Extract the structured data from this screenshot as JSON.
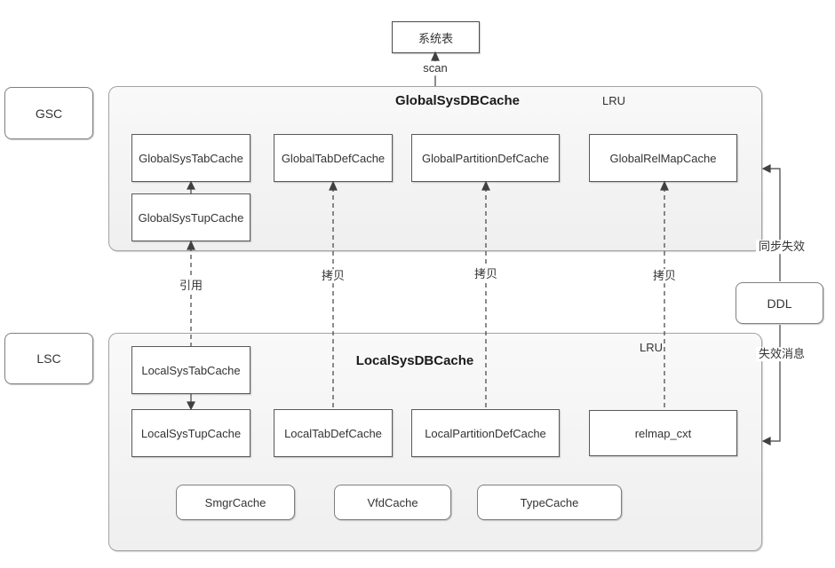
{
  "diagram": {
    "nodes": {
      "system_table": "系统表",
      "gsc": "GSC",
      "lsc": "LSC",
      "ddl": "DDL"
    },
    "global_container": {
      "title": "GlobalSysDBCache",
      "lru": "LRU",
      "boxes": {
        "sys_tab": "GlobalSysTabCache",
        "tab_def": "GlobalTabDefCache",
        "partition_def": "GlobalPartitionDefCache",
        "rel_map": "GlobalRelMapCache",
        "sys_tup": "GlobalSysTupCache"
      }
    },
    "local_container": {
      "title": "LocalSysDBCache",
      "lru": "LRU",
      "boxes": {
        "sys_tab": "LocalSysTabCache",
        "sys_tup": "LocalSysTupCache",
        "tab_def": "LocalTabDefCache",
        "partition_def": "LocalPartitionDefCache",
        "relmap_cxt": "relmap_cxt",
        "smgr": "SmgrCache",
        "vfd": "VfdCache",
        "type": "TypeCache"
      }
    },
    "edge_labels": {
      "scan": "scan",
      "reference": "引用",
      "copy_1": "拷贝",
      "copy_2": "拷贝",
      "copy_3": "拷贝",
      "sync_invalidation": "同步失效",
      "invalidation_message": "失效消息"
    },
    "colors": {
      "container_fill": "#f5f5f5",
      "container_border": "#a3a3a3",
      "box_fill": "#ffffff",
      "box_border": "#595959",
      "line": "#404040",
      "text": "#333333"
    }
  }
}
